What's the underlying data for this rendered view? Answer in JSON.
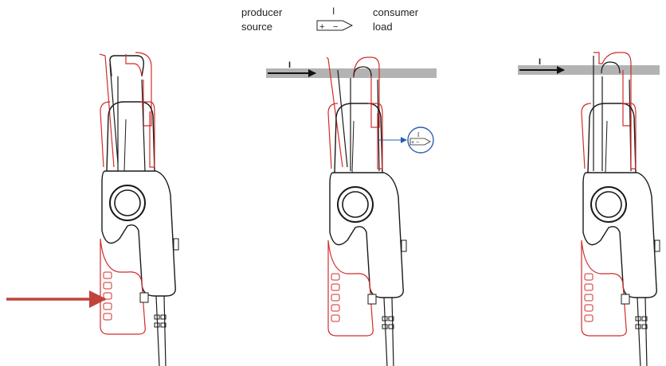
{
  "legend": {
    "left_line1": "producer",
    "left_line2": "source",
    "right_line1": "consumer",
    "right_line2": "load",
    "symbol_current": "I",
    "symbol_plus": "+",
    "symbol_minus": "−"
  },
  "panels": [
    {
      "id": "open",
      "arrow_label": ""
    },
    {
      "id": "measuring",
      "arrow_label": "I",
      "indicator_current": "I",
      "indicator_polarity": "+ −"
    },
    {
      "id": "closed",
      "arrow_label": "I"
    }
  ],
  "colors": {
    "outline": "#1a1a1a",
    "jaw_red": "#d22b2b",
    "conductor": "#b3b3b3",
    "blue": "#2a5db0",
    "push_arrow": "#c0443c"
  }
}
